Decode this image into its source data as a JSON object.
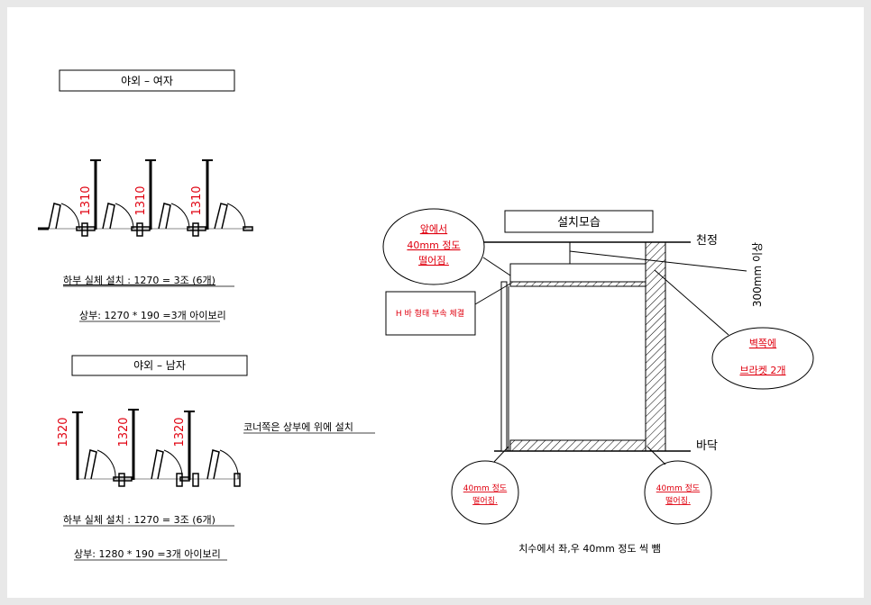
{
  "left": {
    "female": {
      "title": "야외 – 여자",
      "dims": [
        "1310",
        "1310",
        "1310"
      ],
      "bottom_install": "하부  실체  설치 : 1270  = 3조 (6개)",
      "top_install": "상부: 1270 * 190 =3개 아이보리"
    },
    "male": {
      "title": "야외 – 남자",
      "dims": [
        "1320",
        "1320",
        "1320"
      ],
      "corner_note": "코너쪽은  상부에 위에  설치",
      "bottom_install": "하부  실체  설치 : 1270  = 3조 (6개)",
      "top_install": "상부: 1280 * 190 =3개 아이보리"
    }
  },
  "right": {
    "title": "설치모습",
    "ceiling": "천정",
    "floor": "바닥",
    "clearance": "300mm 이상",
    "bubble_front": [
      "앞에서",
      "40mm  정도",
      "떨어짐."
    ],
    "h_bar_note": "H 바  형태 부속 체결",
    "bubble_wall": [
      "벽쪽에",
      "브라켓 2개"
    ],
    "bubble_bottom_left": [
      "40mm 정도",
      "떨어짐."
    ],
    "bubble_bottom_right": [
      "40mm 정도",
      "떨어짐."
    ],
    "footer_note": "치수에서 좌,우 40mm 정도 씩 뺌"
  },
  "colors": {
    "red": "#e0000f",
    "ink": "#000000"
  }
}
